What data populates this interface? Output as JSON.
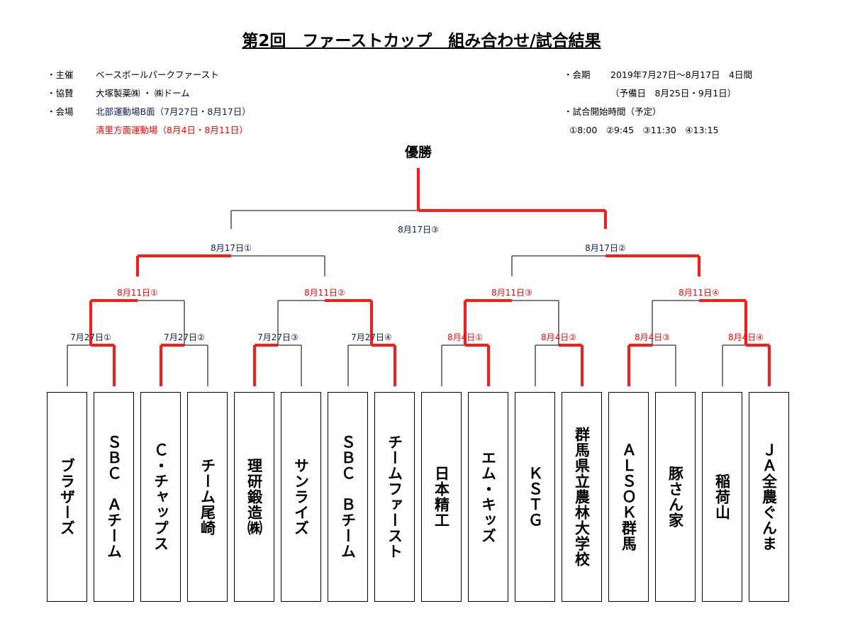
{
  "title": "第2回　ファーストカップ　組み合わせ/試合結果",
  "info": {
    "organizer_label": "・主催",
    "organizer": "ベースボールパークファースト",
    "sponsor_label": "・協賛",
    "sponsor": "大塚製薬㈱ ・ ㈱ドーム",
    "venue_label": "・会場",
    "venue1": "北部運動場B面（7月27日・8月17日）",
    "venue2": "清里方面運動場（8月4日・8月11日）",
    "period_label": "・会期",
    "period": "2019年7月27日～8月17日　4日間",
    "reserve": "（予備日　8月25日・9月1日）",
    "start_label": "・試合開始時間（予定）",
    "start_times": "①8:00　②9:45　③11:30　④13:15"
  },
  "champion_label": "優勝",
  "colors": {
    "win": "#ff1a1a",
    "line": "#333333",
    "navy": "#0a1a5a",
    "red": "#ff0000"
  },
  "rounds": {
    "r1": [
      {
        "label": "7月27日①",
        "winner": "right",
        "color": "navy"
      },
      {
        "label": "7月27日②",
        "winner": "left",
        "color": "navy"
      },
      {
        "label": "7月27日③",
        "winner": "left",
        "color": "navy"
      },
      {
        "label": "7月27日④",
        "winner": "right",
        "color": "navy"
      },
      {
        "label": "8月4日①",
        "winner": "right",
        "color": "red"
      },
      {
        "label": "8月4日②",
        "winner": "right",
        "color": "red"
      },
      {
        "label": "8月4日③",
        "winner": "left",
        "color": "red"
      },
      {
        "label": "8月4日④",
        "winner": "right",
        "color": "red"
      }
    ],
    "r2": [
      {
        "label": "8月11日①",
        "winner": "left",
        "color": "red"
      },
      {
        "label": "8月11日②",
        "winner": "right",
        "color": "red"
      },
      {
        "label": "8月11日③",
        "winner": "left",
        "color": "red"
      },
      {
        "label": "8月11日④",
        "winner": "right",
        "color": "red"
      }
    ],
    "r3": [
      {
        "label": "8月17日①",
        "winner": "left",
        "color": "navy"
      },
      {
        "label": "8月17日②",
        "winner": "right",
        "color": "navy"
      }
    ],
    "final": [
      {
        "label": "8月17日③",
        "winner": "right",
        "color": "navy"
      }
    ]
  },
  "teams": [
    "ブラザーズ",
    "ＳＢＣ　Ａチーム",
    "Ｃ・チャップス",
    "チーム尾崎",
    "理研鍛造㈱",
    "サンライズ",
    "ＳＢＣ　Ｂチーム",
    "チームファースト",
    "日本精工",
    "エム・キッズ",
    "ＫＳＴＧ",
    "群馬県立農林大学校",
    "ＡＬＳＯＫ群馬",
    "豚さん家",
    "稲荷山",
    "ＪＡ全農ぐんま"
  ]
}
